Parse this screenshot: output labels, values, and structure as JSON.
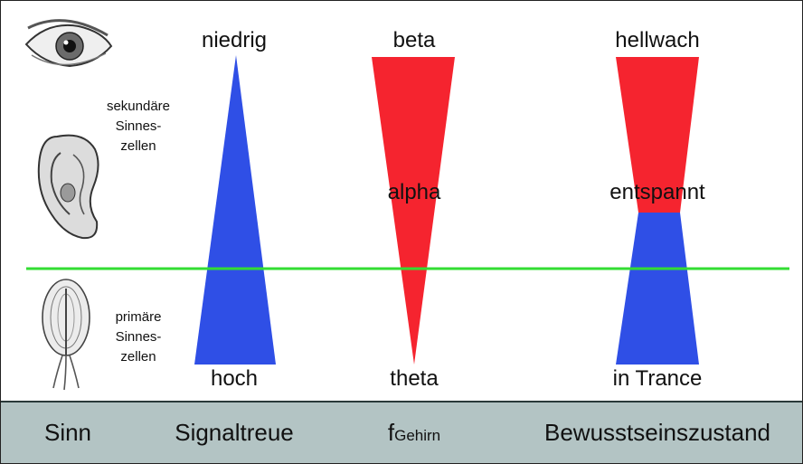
{
  "colors": {
    "blue": "#2f4fe6",
    "red": "#f5242f",
    "green_line": "#33dd33",
    "footer_bg": "#b3c4c4"
  },
  "icons": [
    "eye-icon",
    "ear-icon",
    "skin-receptor-icon"
  ],
  "sense_labels": {
    "secondary": [
      "sekundäre",
      "Sinnes-",
      "zellen"
    ],
    "primary": [
      "primäre",
      "Sinnes-",
      "zellen"
    ]
  },
  "columns": {
    "signal": {
      "top": "niedrig",
      "bottom": "hoch"
    },
    "brain": {
      "top": "beta",
      "middle": "alpha",
      "bottom": "theta"
    },
    "state": {
      "top": "hellwach",
      "middle": "entspannt",
      "bottom": "in Trance"
    }
  },
  "footer": {
    "sinn": "Sinn",
    "signaltreue": "Signaltreue",
    "f_main": "f",
    "f_sub": "Gehirn",
    "bewusstsein": "Bewusstseinszustand"
  }
}
